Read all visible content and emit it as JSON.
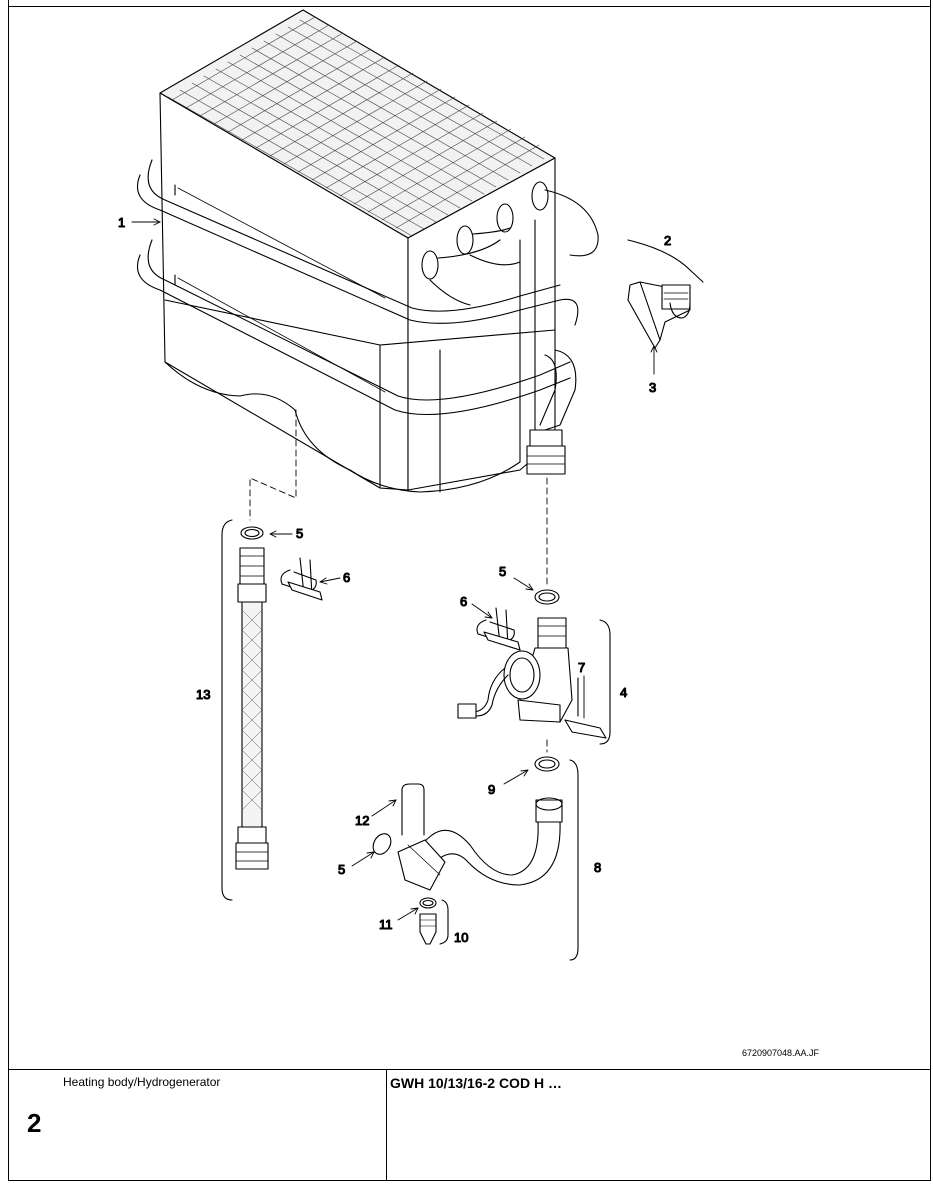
{
  "callouts": {
    "c1": "1",
    "c2": "2",
    "c3": "3",
    "c4": "4",
    "c5a": "5",
    "c5b": "5",
    "c5c": "5",
    "c6a": "6",
    "c6b": "6",
    "c7": "7",
    "c8": "8",
    "c9": "9",
    "c10": "10",
    "c11": "11",
    "c12": "12",
    "c13": "13"
  },
  "drawing_ref": "6720907048.AA.JF",
  "footer": {
    "section_title": "Heating body/Hydrogenerator",
    "page_number": "2",
    "model": "GWH 10/13/16-2 COD H …"
  }
}
